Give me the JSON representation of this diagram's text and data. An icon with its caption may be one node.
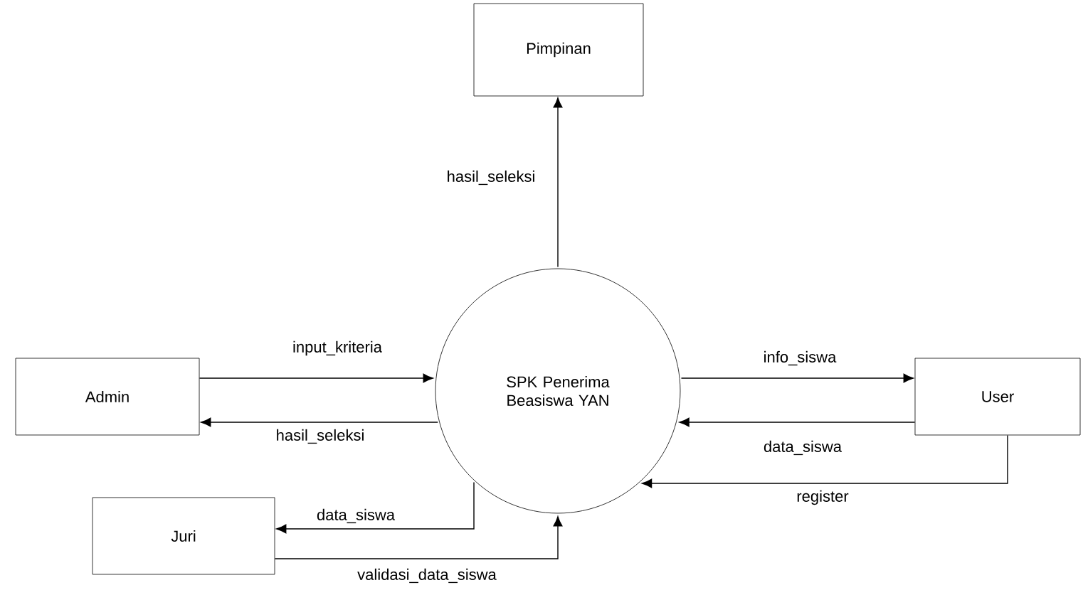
{
  "diagram": {
    "nodes": [
      {
        "text": [
          "Pimpinan"
        ]
      },
      {
        "text": [
          "SPK Penerima Beasiswa YAN"
        ]
      },
      {
        "text": [
          "Admin"
        ]
      },
      {
        "text": [
          "User"
        ]
      },
      {
        "text": [
          "Juri"
        ]
      }
    ],
    "edges": [
      {
        "from": 1,
        "to": 0,
        "arrow": "to",
        "label": "hasil_seleksi"
      },
      {
        "from": 2,
        "to": 1,
        "arrow": "to",
        "label": "input_kriteria"
      },
      {
        "from": 1,
        "to": 2,
        "arrow": "to",
        "label": "hasil_seleksi"
      },
      {
        "from": 1,
        "to": 3,
        "arrow": "to",
        "label": "info_siswa"
      },
      {
        "from": 3,
        "to": 1,
        "arrow": "to",
        "label": "data_siswa"
      },
      {
        "from": 3,
        "to": 1,
        "arrow": "to",
        "label": "register"
      },
      {
        "from": 1,
        "to": 4,
        "arrow": "to",
        "label": "data_siswa"
      },
      {
        "from": 4,
        "to": 1,
        "arrow": "to",
        "label": "validasi_data_siswa"
      }
    ]
  }
}
